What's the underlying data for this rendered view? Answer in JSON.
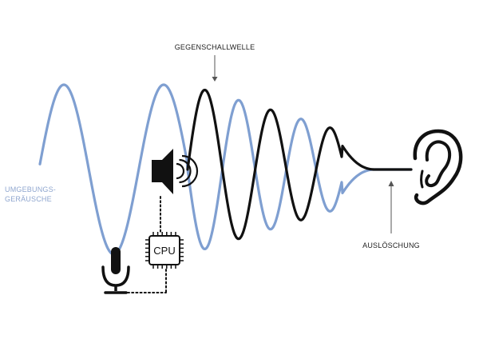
{
  "labels": {
    "anti_noise_wave": "GEGENSCHALLWELLE",
    "ambient_noise_line1": "UMGEBUNGS-",
    "ambient_noise_line2": "GERÄUSCHE",
    "cancellation": "AUSLÖSCHUNG",
    "cpu": "CPU"
  },
  "colors": {
    "noise_wave": "#7f9fd1",
    "anti_noise_wave": "#111111",
    "label_blue": "#8fa6cf",
    "label_dark": "#222222",
    "icon": "#111111",
    "background": "#ffffff"
  },
  "icons": [
    "speaker-icon",
    "microphone-icon",
    "cpu-chip-icon",
    "ear-icon"
  ]
}
